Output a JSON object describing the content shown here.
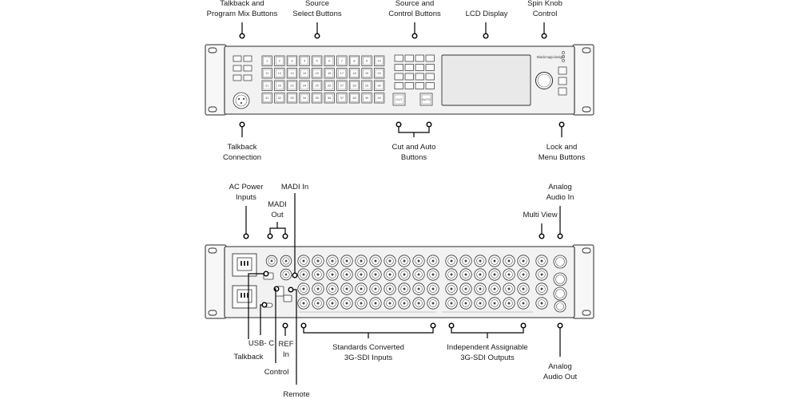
{
  "front_panel": {
    "brand": "Blackmagicdesign",
    "source_keys": [
      "1",
      "2",
      "3",
      "4",
      "5",
      "6",
      "7",
      "8",
      "9",
      "10",
      "11",
      "12",
      "13",
      "14",
      "15",
      "16",
      "17",
      "18",
      "19",
      "20",
      "21",
      "22",
      "23",
      "24",
      "25",
      "26",
      "27",
      "28",
      "29",
      "30",
      "31",
      "32",
      "33",
      "34",
      "35",
      "36",
      "37",
      "38",
      "39",
      "40"
    ],
    "cut_key": "CUT",
    "auto_key": "AUTO",
    "labels": {
      "talkback_program_mix": [
        "Talkback and",
        "Program Mix Buttons"
      ],
      "source_select": [
        "Source",
        "Select Buttons"
      ],
      "source_control": [
        "Source and",
        "Control  Buttons"
      ],
      "lcd_display": [
        "LCD Display"
      ],
      "spin_knob": [
        "Spin Knob",
        "Control"
      ],
      "talkback_connection": [
        "Talkback",
        "Connection"
      ],
      "cut_auto": [
        "Cut and Auto",
        "Buttons"
      ],
      "lock_menu": [
        "Lock and",
        "Menu Buttons"
      ]
    }
  },
  "rear_panel": {
    "labels": {
      "ac_power": [
        "AC Power",
        "Inputs"
      ],
      "madi_out": [
        "MADI",
        "Out"
      ],
      "madi_in": [
        "MADI In"
      ],
      "multi_view": [
        "Multi View"
      ],
      "analog_audio_in": [
        "Analog",
        "Audio In"
      ],
      "usb_c": [
        "USB- C"
      ],
      "ref_in": [
        "REF",
        "In"
      ],
      "talkback": [
        "Talkback"
      ],
      "control": [
        "Control"
      ],
      "remote": [
        "Remote"
      ],
      "sdi_inputs": [
        "Standards Converted",
        "3G-SDI Inputs"
      ],
      "sdi_outputs": [
        "Independent Assignable",
        "3G-SDI Outputs"
      ],
      "analog_audio_out": [
        "Analog",
        "Audio Out"
      ]
    }
  }
}
